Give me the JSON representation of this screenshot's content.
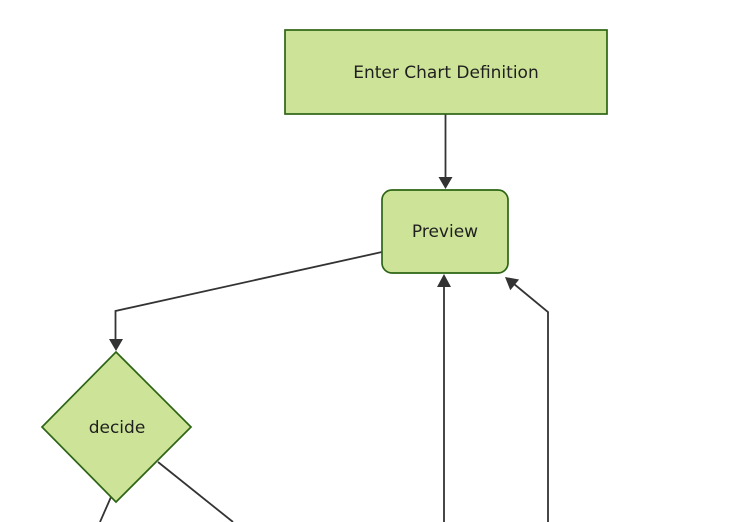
{
  "diagram": {
    "type": "flowchart",
    "direction": "top-down",
    "nodes": {
      "enter": {
        "id": "enter-chart-definition",
        "shape": "rectangle",
        "label": "Enter Chart Definition"
      },
      "preview": {
        "id": "preview",
        "shape": "rounded-rectangle",
        "label": "Preview"
      },
      "decide": {
        "id": "decide",
        "shape": "diamond",
        "label": "decide"
      }
    },
    "edges": [
      {
        "from": "enter-chart-definition",
        "to": "preview",
        "arrowhead": "triangle-down"
      },
      {
        "from": "preview",
        "to": "decide",
        "arrowhead": "triangle-down"
      },
      {
        "from": "offscreen-bottom-1",
        "to": "preview",
        "arrowhead": "triangle-up"
      },
      {
        "from": "offscreen-bottom-2",
        "to": "preview",
        "arrowhead": "triangle-up-left"
      },
      {
        "from": "decide",
        "to": "offscreen-bottom-left",
        "arrowhead": "none-visible"
      },
      {
        "from": "decide",
        "to": "offscreen-bottom-right",
        "arrowhead": "none-visible"
      }
    ]
  },
  "theme": {
    "background": "#ffffff",
    "node_fill": "#cde498",
    "node_stroke": "#2d6514",
    "edge_color": "#333333",
    "label_color": "#1f1f1f"
  }
}
